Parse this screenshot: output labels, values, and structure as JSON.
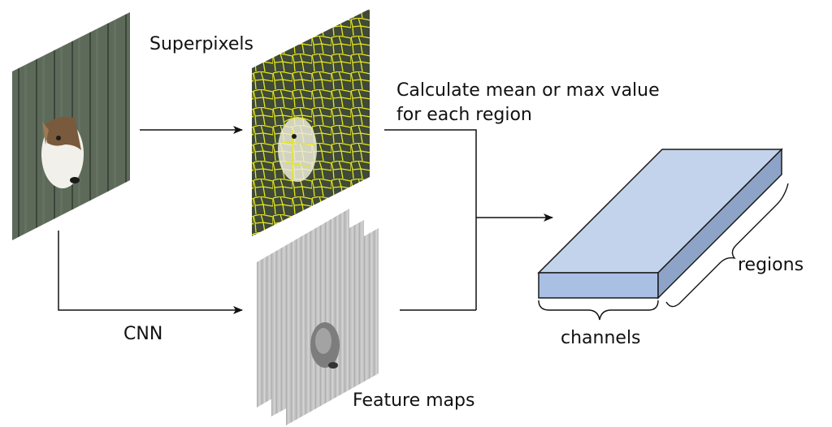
{
  "labels": {
    "superpixels": "Superpixels",
    "calc_line1": "Calculate mean or max value",
    "calc_line2": "for each region",
    "regions": "regions",
    "cnn": "CNN",
    "channels": "channels",
    "feature_maps": "Feature maps"
  },
  "colors": {
    "wall": "#5d6a5a",
    "superpixel_edges": "#e6e61e",
    "box_top": "#c3d3ec",
    "box_front": "#a9c0e4",
    "box_side": "#8da3c7",
    "feature_map": "#bdbdbd"
  }
}
